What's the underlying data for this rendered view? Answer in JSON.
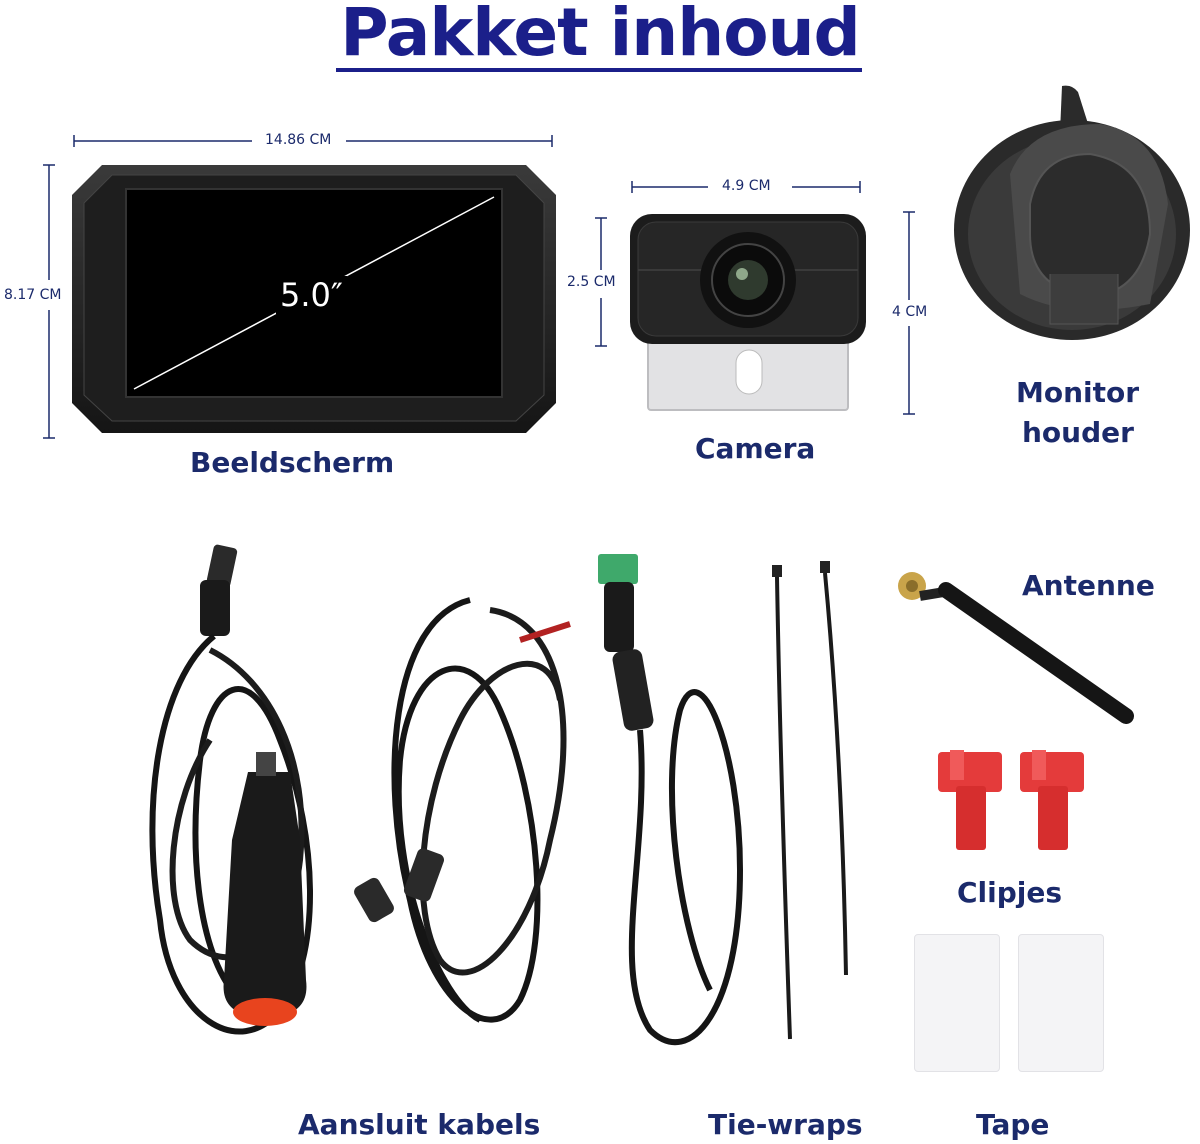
{
  "heading": "Pakket inhoud",
  "items": {
    "screen": {
      "label": "Beeldscherm",
      "width": "14.86 CM",
      "height": "8.17 CM",
      "diagonal": "5.0″"
    },
    "camera": {
      "label": "Camera",
      "width": "4.9 CM",
      "height_body": "2.5 CM",
      "height_total": "4 CM"
    },
    "holder": {
      "label_line1": "Monitor",
      "label_line2": "houder"
    },
    "cables": {
      "label": "Aansluit kabels"
    },
    "ties": {
      "label": "Tie-wraps"
    },
    "antenna": {
      "label": "Antenne"
    },
    "clips": {
      "label": "Clipjes"
    },
    "tape": {
      "label": "Tape"
    }
  },
  "colors": {
    "heading": "#1b1f8a",
    "labels": "#1b2a6b"
  }
}
